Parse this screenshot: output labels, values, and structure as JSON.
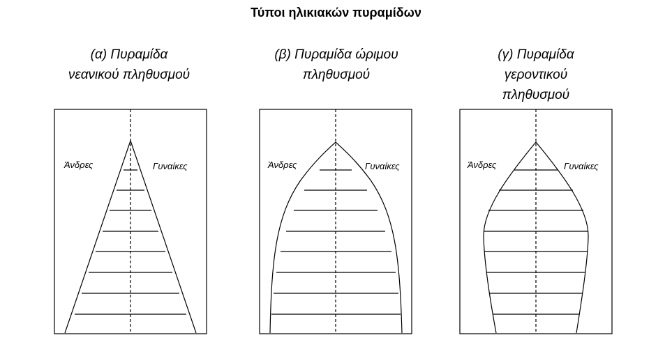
{
  "title": "Τύποι ηλικιακών πυραμίδων",
  "panels": [
    {
      "caption_lines": [
        "(α) Πυραμίδα",
        "νεανικού πληθυσμού"
      ],
      "men": "Άνδρες",
      "women": "Γυναίκες"
    },
    {
      "caption_lines": [
        "(β) Πυραμίδα ώριμου",
        "πληθυσμού"
      ],
      "men": "Άνδρες",
      "women": "Γυναίκες"
    },
    {
      "caption_lines": [
        "(γ) Πυραμίδα",
        "γεροντικού",
        "πληθυσμού"
      ],
      "men": "Άνδρες",
      "women": "Γυναίκες"
    }
  ]
}
